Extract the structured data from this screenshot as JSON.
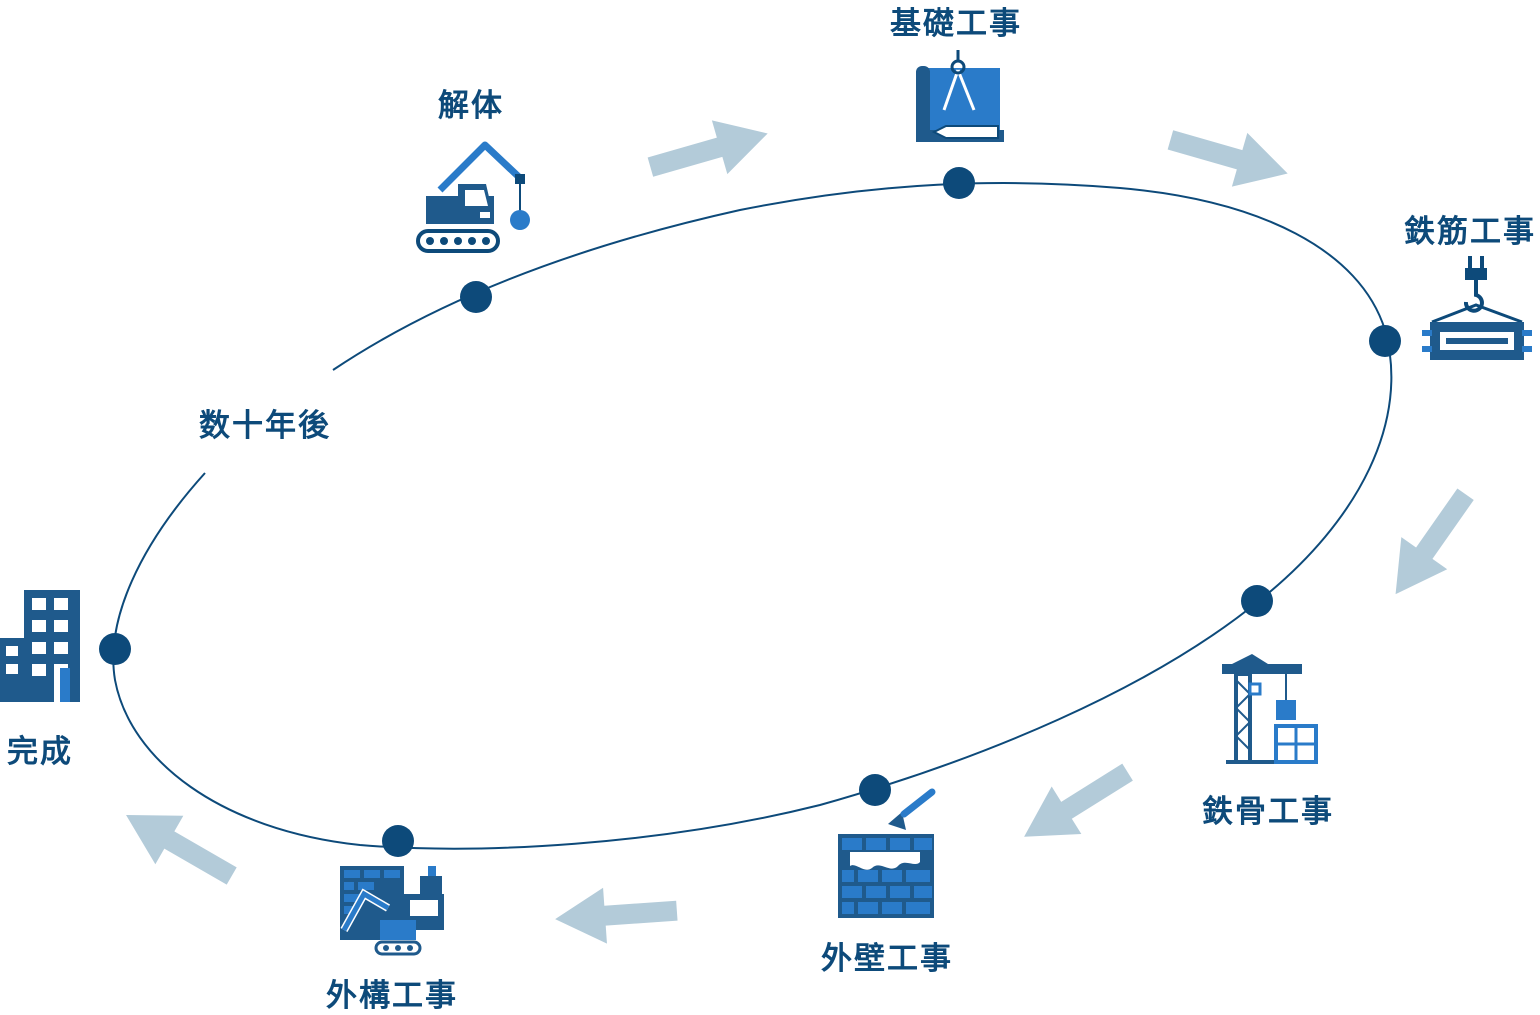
{
  "colors": {
    "primary": "#0d4a7a",
    "accent": "#2a7bc9",
    "arrow": "#b3cbd9",
    "line": "#0d4a7a"
  },
  "stages": {
    "demolition": {
      "label": "解体",
      "icon": "excavator-wrecking-ball-icon"
    },
    "foundation": {
      "label": "基礎工事",
      "icon": "blueprint-compass-icon"
    },
    "rebar": {
      "label": "鉄筋工事",
      "icon": "crane-hook-rebar-icon"
    },
    "steel_frame": {
      "label": "鉄骨工事",
      "icon": "tower-crane-icon"
    },
    "exterior_wall": {
      "label": "外壁工事",
      "icon": "brick-wall-trowel-icon"
    },
    "exterior_works": {
      "label": "外構工事",
      "icon": "excavator-brick-icon"
    },
    "completion": {
      "label": "完成",
      "icon": "office-building-icon"
    }
  },
  "gap_label": "数十年後"
}
